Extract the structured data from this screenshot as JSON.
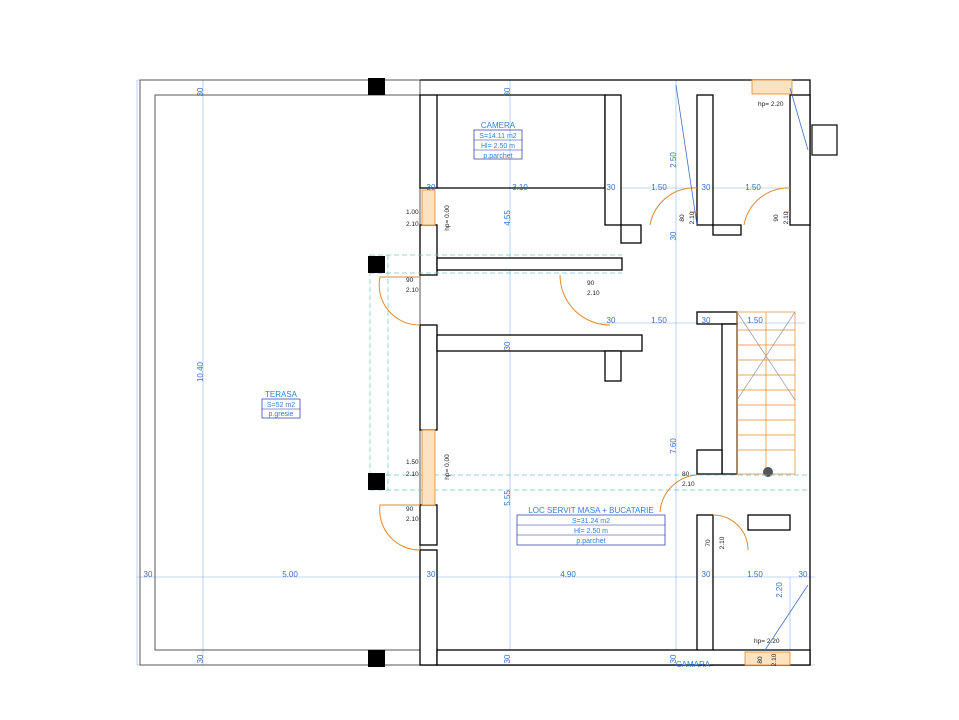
{
  "rooms": {
    "camera": {
      "title": "CAMERA",
      "area": "S=14.11 m2",
      "height": "Hl= 2.50 m",
      "floor": "p.parchet"
    },
    "terasa": {
      "title": "TERASA",
      "area": "S=52 m2",
      "floor": "p.gresie"
    },
    "loc_servit": {
      "title": "LOC SERVIT MASA + BUCATARIE",
      "area": "S=31.24 m2",
      "height": "Hl= 2.50 m",
      "floor": "p.parchet"
    },
    "camara": {
      "title": "CAMARA"
    }
  },
  "dimensions": {
    "top_30_left": "30",
    "top_30_right": "30",
    "left_10_40": "10.40",
    "camera_width": "3.10",
    "camera_height": "4.55",
    "c30_a": "30",
    "c30_b": "30",
    "c30_c": "30",
    "w150_a": "1.50",
    "w150_b": "1.50",
    "v250": "2.50",
    "hall_30_a": "30",
    "hall_150": "1.50",
    "hall_30_b": "30",
    "stair_150": "1.50",
    "mid_30": "30",
    "v555": "5.55",
    "v760": "7.60",
    "bottom_30_a": "30",
    "bottom_500": "5.00",
    "bottom_30_b": "30",
    "bottom_490": "4.90",
    "bottom_30_c": "30",
    "bottom_150": "1.50",
    "bottom_30_d": "30",
    "v220": "2.20",
    "base_30_a": "30",
    "base_30_b": "30",
    "base_30_c": "30"
  },
  "doors": {
    "d1_w": "1.00",
    "d1_h": "2.10",
    "d1_hp": "hp= 0.00",
    "d2_w": "90",
    "d2_h": "2.10",
    "d3_w": "90",
    "d3_h": "2.10",
    "d4_w": "80",
    "d4_h": "2.10",
    "d5_w": "90",
    "d5_h": "2.10",
    "d6_w": "1.50",
    "d6_h": "2.10",
    "d6_hp": "hp= 0.00",
    "d7_w": "90",
    "d7_h": "2.10",
    "d8_w": "80",
    "d8_h": "2.10",
    "d9_w": "70",
    "d9_h": "2.10",
    "d10_w": "80",
    "d10_h": "2.10",
    "hp_top": "hp= 2.20",
    "hp_bottom": "hp= 2.20"
  },
  "colors": {
    "wall": "#000000",
    "dimension": "#3a6fc2",
    "door": "#e08a2b",
    "label": "#2f80d8",
    "label_box": "#1e2fa0"
  }
}
